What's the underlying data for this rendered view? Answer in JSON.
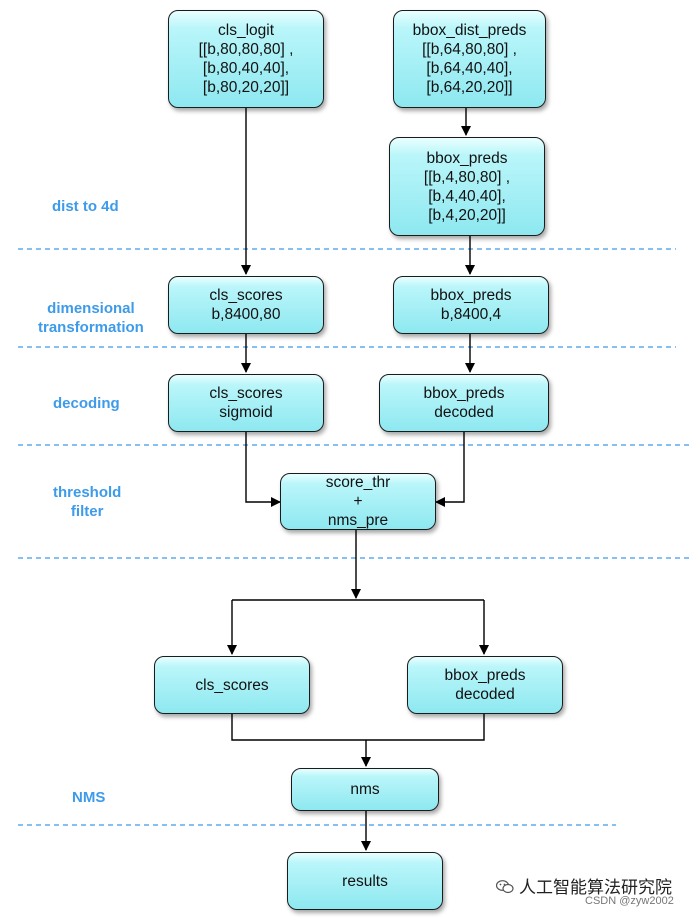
{
  "stages": {
    "dist": "dist to 4d",
    "dim_1": "dimensional",
    "dim_2": "transformation",
    "decoding": "decoding",
    "thr_1": "threshold",
    "thr_2": "filter",
    "nms": "NMS"
  },
  "nodes": {
    "cls_logit": [
      "cls_logit",
      "[[b,80,80,80] ,",
      "[b,80,40,40],",
      "[b,80,20,20]]"
    ],
    "bbox_dist_preds": [
      "bbox_dist_preds",
      "[[b,64,80,80] ,",
      "[b,64,40,40],",
      "[b,64,20,20]]"
    ],
    "bbox_preds_4d": [
      "bbox_preds",
      "[[b,4,80,80] ,",
      "[b,4,40,40],",
      "[b,4,20,20]]"
    ],
    "cls_scores_flat": [
      "cls_scores",
      "b,8400,80"
    ],
    "bbox_preds_flat": [
      "bbox_preds",
      "b,8400,4"
    ],
    "cls_scores_sigmoid": [
      "cls_scores",
      "sigmoid"
    ],
    "bbox_preds_decoded": [
      "bbox_preds",
      "decoded"
    ],
    "score_thr": [
      "score_thr",
      "+",
      "nms_pre"
    ],
    "cls_scores_filtered": [
      "cls_scores"
    ],
    "bbox_preds_filtered": [
      "bbox_preds",
      "decoded"
    ],
    "nms": [
      "nms"
    ],
    "results": [
      "results"
    ]
  },
  "watermark": "人工智能算法研究院",
  "credit": "CSDN @zyw2002",
  "colors": {
    "node_fill": "#8ee8f0",
    "stage_label": "#3d9be9",
    "separator": "#3d9be9",
    "connector": "#000000"
  }
}
